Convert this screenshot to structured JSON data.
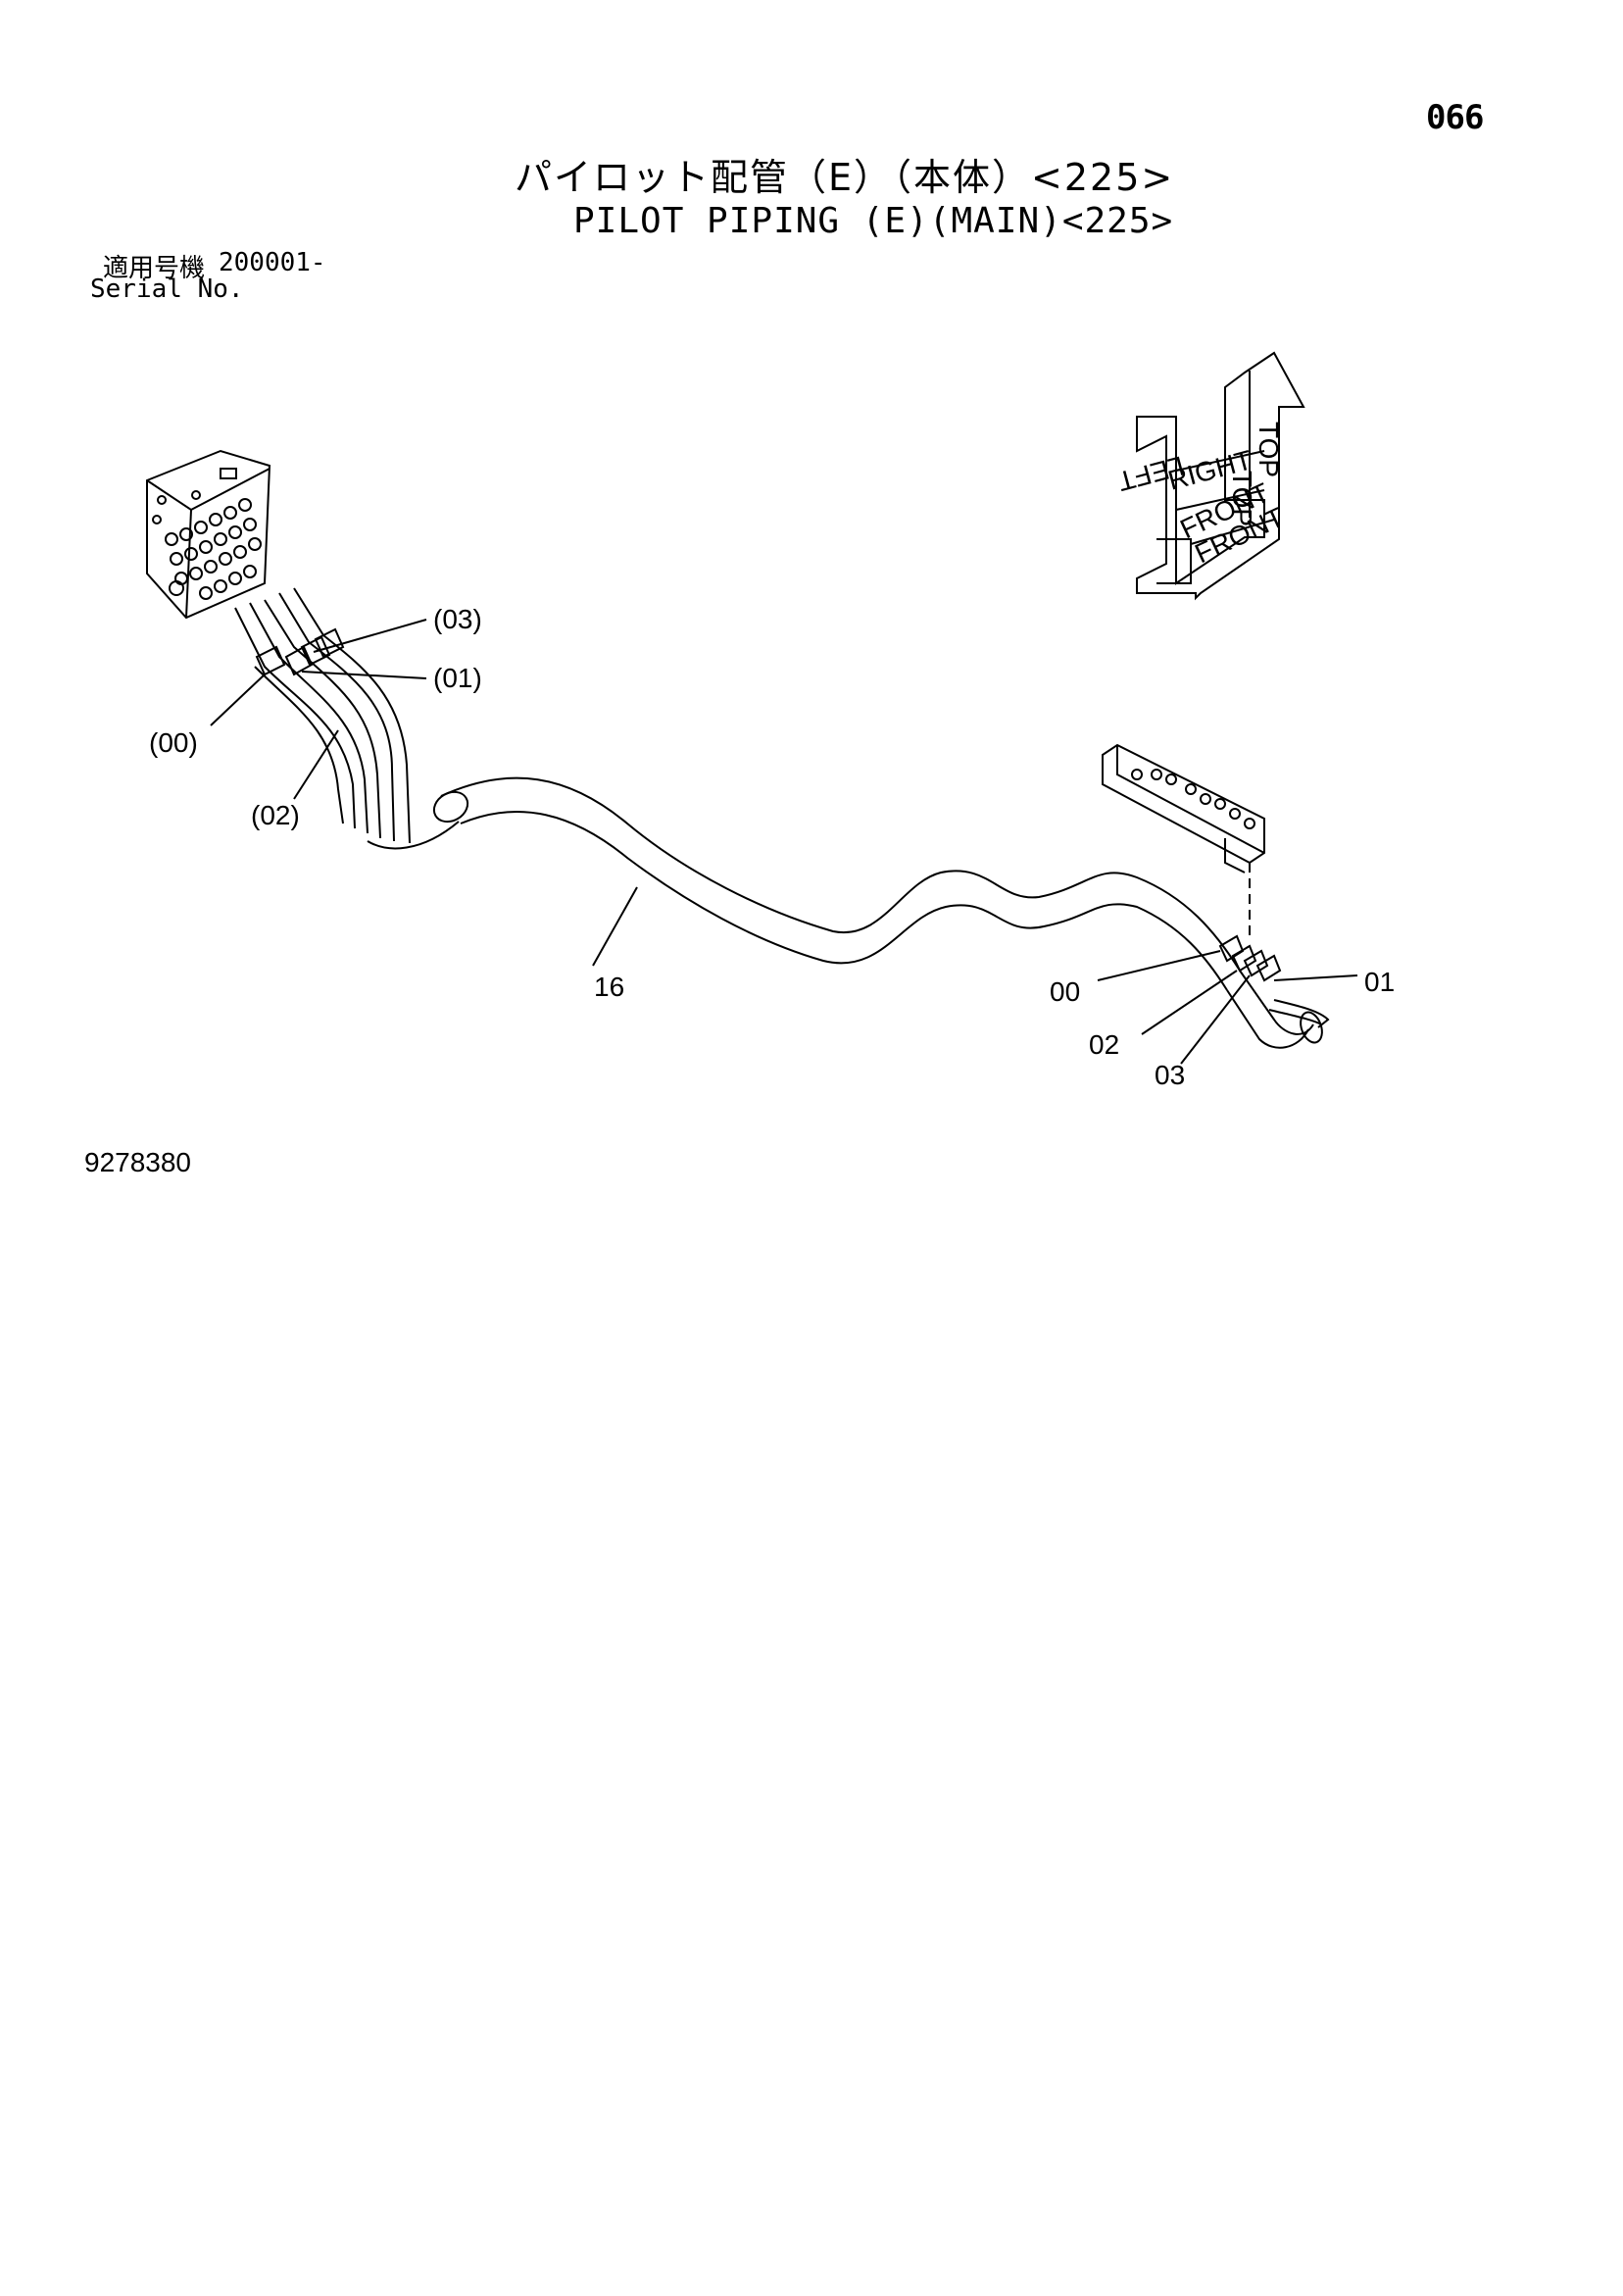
{
  "page_number": "066",
  "title_jp": "パイロット配管（E）（本体）<225>",
  "title_en": "PILOT PIPING (E)(MAIN)<225>",
  "serial": {
    "label_jp": "適用号機",
    "value": "200001-",
    "label_en": "Serial No."
  },
  "drawing_number": "9278380",
  "orientation": {
    "top": "TOP",
    "left": "LEFT",
    "right": "RIGHT",
    "front": "FRONT"
  },
  "callouts": {
    "c03p": "(03)",
    "c01p": "(01)",
    "c00p": "(00)",
    "c02p": "(02)",
    "c16": "16",
    "c00": "00",
    "c01": "01",
    "c02": "02",
    "c03": "03"
  }
}
